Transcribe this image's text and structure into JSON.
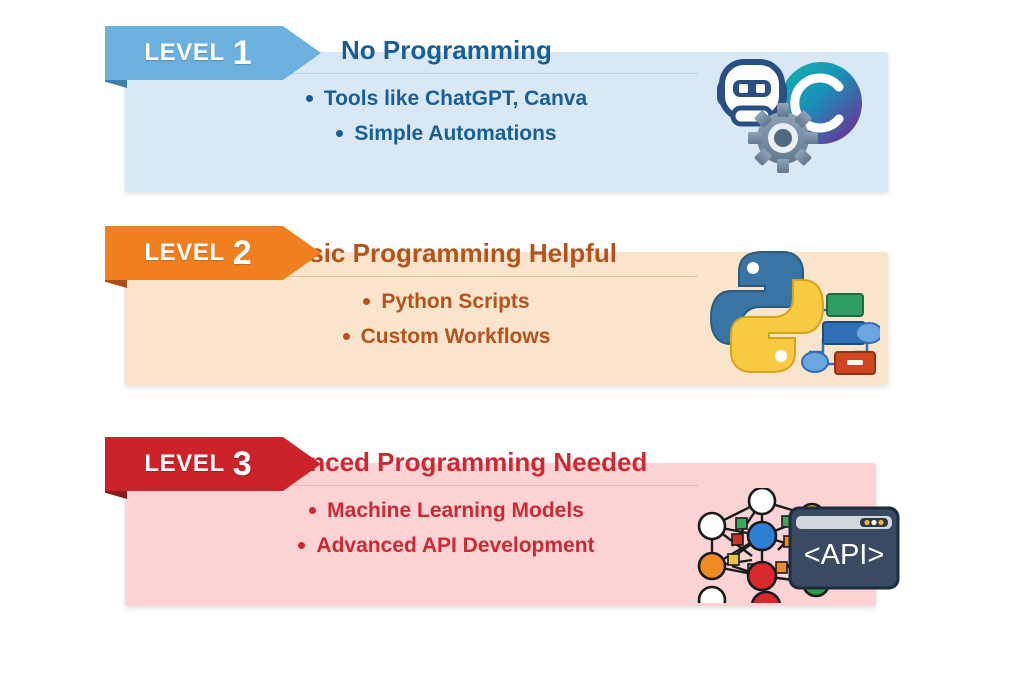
{
  "background": "#ffffff",
  "levels": [
    {
      "ribbon_label": "LEVEL",
      "ribbon_number": "1",
      "heading": "No Programming",
      "bullets": [
        "Tools like ChatGPT, Canva",
        "Simple Automations"
      ],
      "colors": {
        "ribbon": "#6cb0de",
        "ribbon_dark": "#3d7fae",
        "card": "#d8e9f5",
        "text": "#1a5e95",
        "divider": "#b7d2e5"
      },
      "icons": [
        "robot-icon",
        "gear-icon",
        "canva-logo-icon"
      ]
    },
    {
      "ribbon_label": "LEVEL",
      "ribbon_number": "2",
      "heading": "Basic Programming Helpful",
      "bullets": [
        "Python Scripts",
        "Custom Workflows"
      ],
      "colors": {
        "ribbon": "#ef7f1f",
        "ribbon_dark": "#a8501a",
        "card": "#fae4cb",
        "text": "#b4531d",
        "divider": "#e6c4a2"
      },
      "icons": [
        "python-logo-icon",
        "flowchart-icon"
      ]
    },
    {
      "ribbon_label": "LEVEL",
      "ribbon_number": "3",
      "heading": "Advanced Programming Needed",
      "bullets": [
        "Machine Learning Models",
        "Advanced API Development"
      ],
      "colors": {
        "ribbon": "#cc2229",
        "ribbon_dark": "#8d181e",
        "card": "#fbd3d5",
        "text": "#cc2a33",
        "divider": "#edb6ba"
      },
      "icons": [
        "neural-network-icon",
        "api-window-icon"
      ],
      "api_label": "<API>"
    }
  ]
}
